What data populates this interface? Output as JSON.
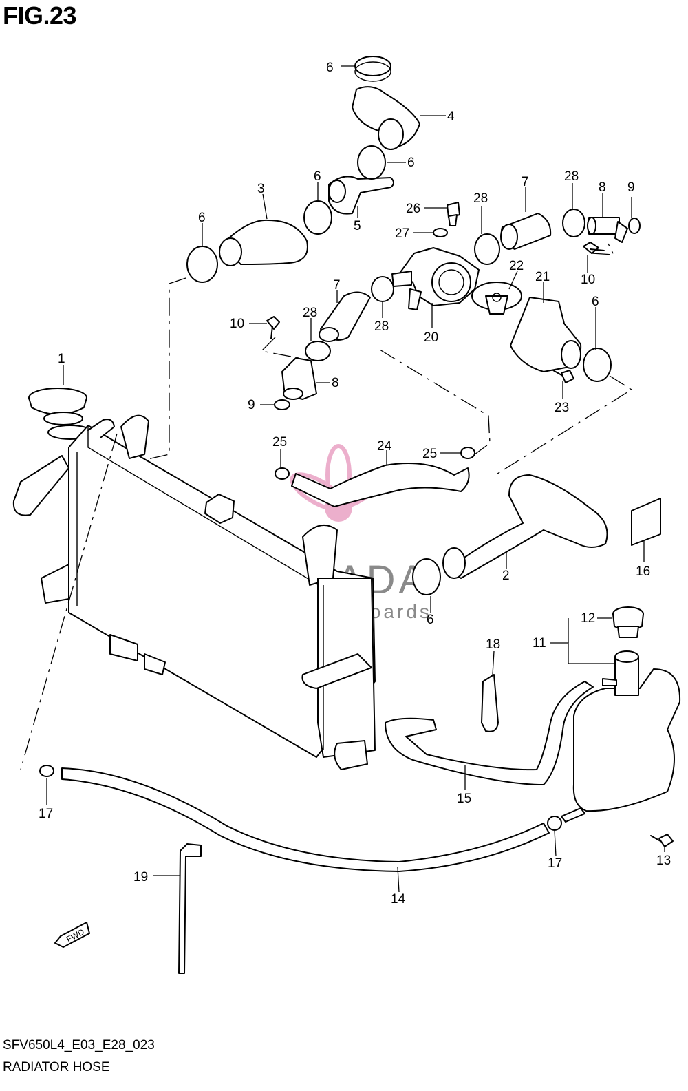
{
  "figure_title": "FIG.23",
  "footer": {
    "code": "SFV650L4_E03_E28_023",
    "name": "RADIATOR HOSE"
  },
  "watermark": {
    "brand": "ARMADA",
    "tagline": "marine outboards",
    "logo_color": "#e9a2c4",
    "text_color": "#8a8a8a"
  },
  "fwd_marker": "FWD",
  "callouts": [
    "1",
    "2",
    "3",
    "4",
    "5",
    "6",
    "6",
    "6",
    "6",
    "6",
    "6",
    "7",
    "7",
    "8",
    "8",
    "9",
    "9",
    "10",
    "10",
    "11",
    "12",
    "13",
    "14",
    "15",
    "16",
    "17",
    "17",
    "18",
    "19",
    "20",
    "21",
    "22",
    "23",
    "24",
    "25",
    "25",
    "26",
    "27",
    "28",
    "28",
    "28",
    "28"
  ]
}
